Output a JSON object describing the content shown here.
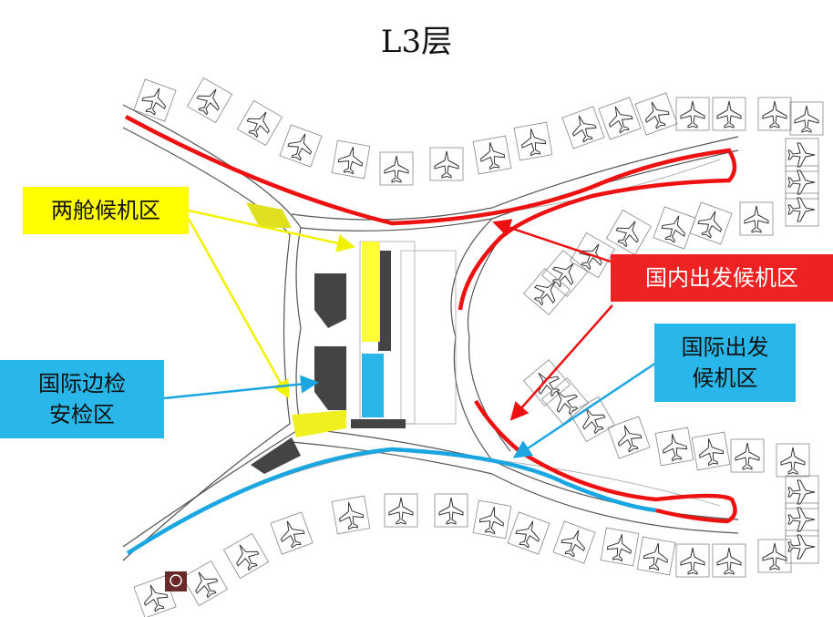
{
  "title": "L3层",
  "callouts": {
    "first_business_lounge": "两舱候机区",
    "intl_border_security": "国际边检\n安检区",
    "domestic_departure": "国内出发候机区",
    "intl_departure": "国际出发\n候机区"
  },
  "colors": {
    "domestic": "#ee1111",
    "international": "#1aa6e0",
    "lounge": "#ffff00",
    "security": "#29b6e8",
    "stamp": "#6b2a2a"
  }
}
